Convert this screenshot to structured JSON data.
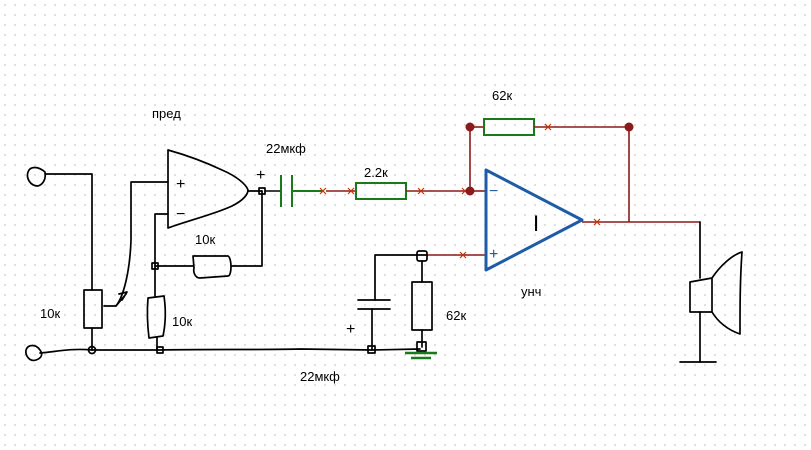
{
  "labels": {
    "pre_title": "пред",
    "pre_cap": "22мкф",
    "pre_fb": "10к",
    "pot": "10к",
    "pre_r2": "10к",
    "r_in": "2.2к",
    "r_fb": "62к",
    "r_bias": "62к",
    "cap_bot": "22мкф",
    "amp_name": "унч",
    "amp_symbol": "I",
    "plus": "+",
    "minus": "−"
  },
  "colors": {
    "wire": "#000000",
    "resistor": "#1a7a1a",
    "opamp": "#1e5ca8",
    "node": "#8b1a1a"
  }
}
